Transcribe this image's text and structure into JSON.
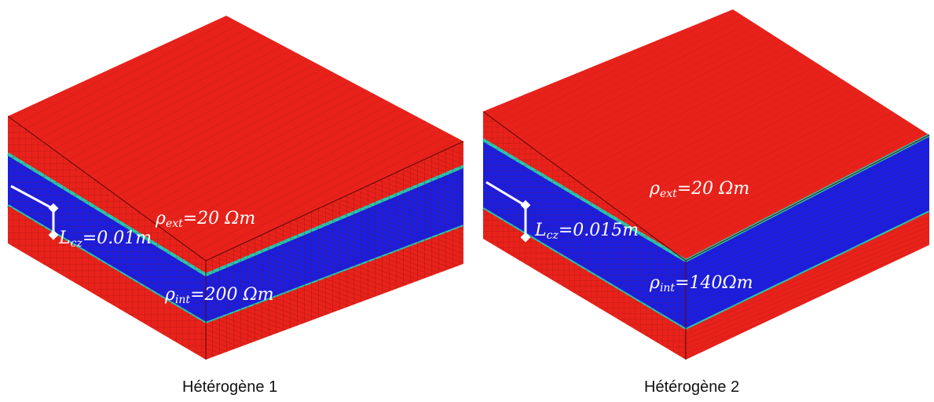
{
  "figures": [
    {
      "caption": "Hétérogène 1",
      "rho_ext": {
        "symbol": "ρ",
        "sub": "ext",
        "value": "=20 Ωm"
      },
      "rho_int": {
        "symbol": "ρ",
        "sub": "int",
        "value": "=200 Ωm"
      },
      "l_cz": {
        "symbol": "L",
        "sub": "cz",
        "value": "=0.01m"
      }
    },
    {
      "caption": "Hétérogène 2",
      "rho_ext": {
        "symbol": "ρ",
        "sub": "ext",
        "value": "=20 Ωm"
      },
      "rho_int": {
        "symbol": "ρ",
        "sub": "int",
        "value": "=140Ωm"
      },
      "l_cz": {
        "symbol": "L",
        "sub": "cz",
        "value": "=0.015m"
      }
    }
  ],
  "colors": {
    "outer_layer": "#e8221b",
    "inner_layer": "#1a1ee0",
    "transition": "#26c8b0",
    "annotation": "#ffffff"
  }
}
